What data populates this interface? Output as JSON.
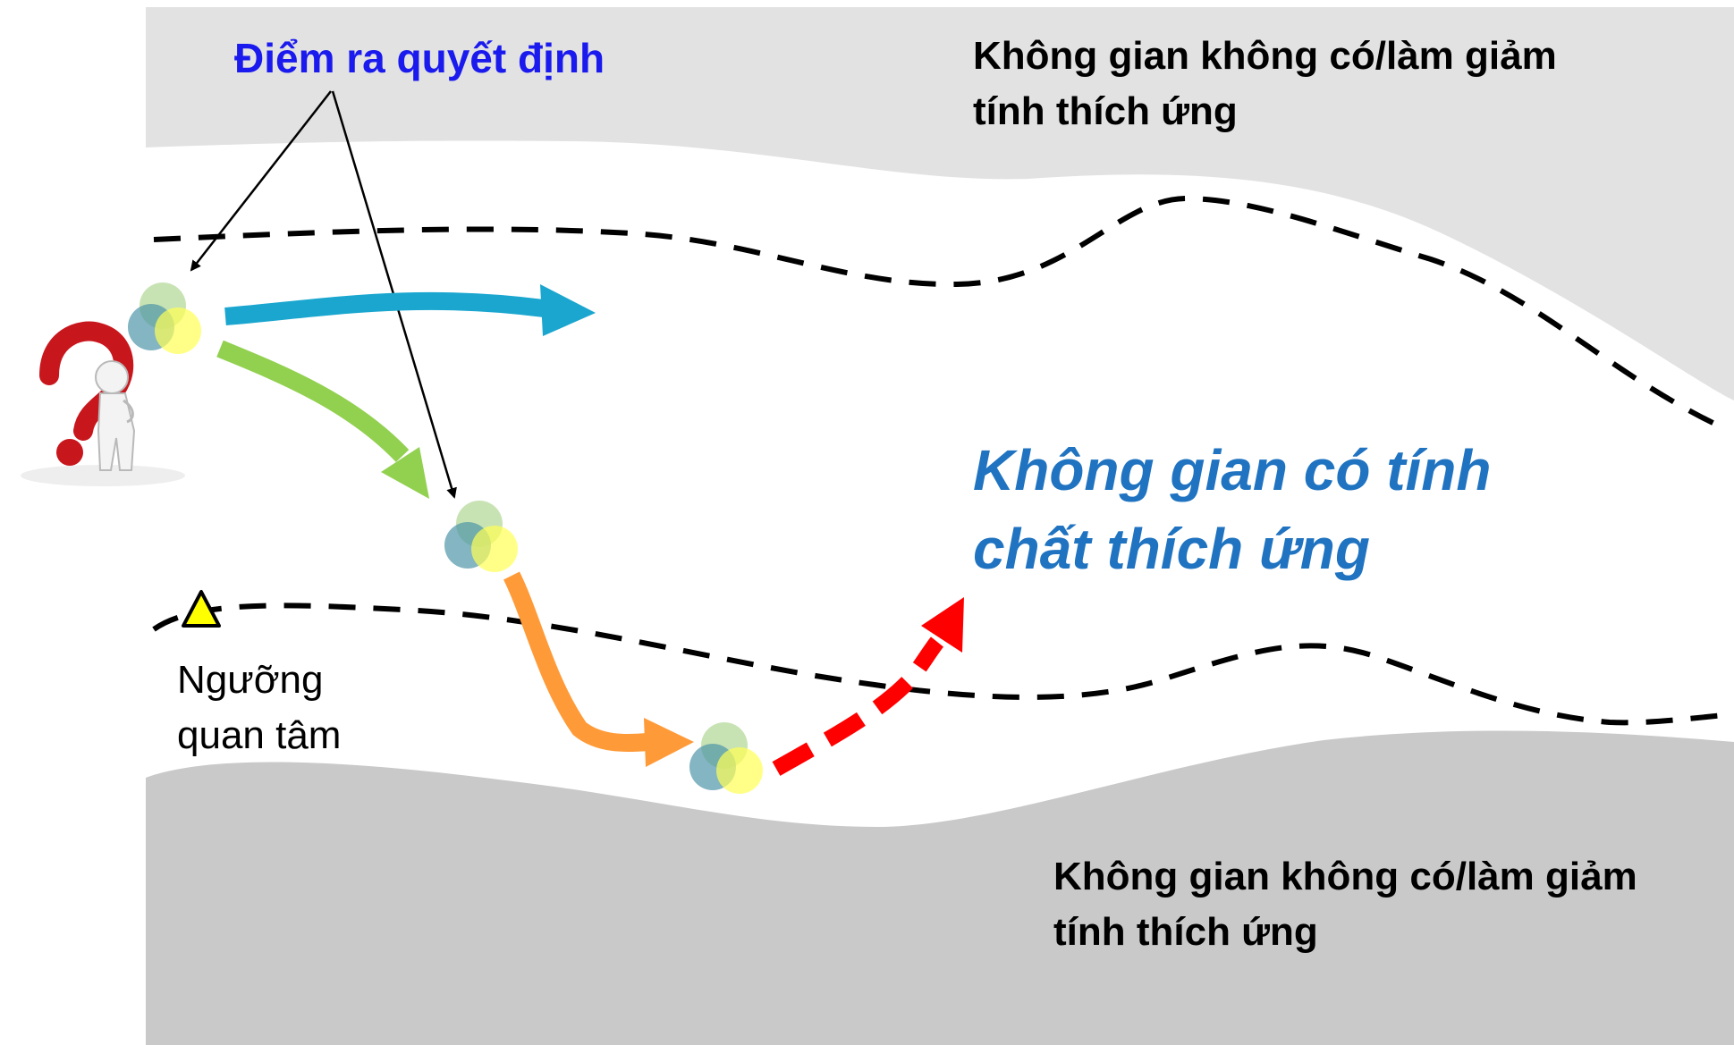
{
  "decision_points_label": "Điểm ra quyết định",
  "top_zone": {
    "lines": [
      "Không gian không có/làm giảm",
      "tính thích ứng"
    ]
  },
  "middle_zone": {
    "lines": [
      "Không gian có tính",
      "chất thích ứng"
    ]
  },
  "bottom_zone": {
    "lines": [
      "Không gian không có/làm giảm",
      "tính thích ứng"
    ]
  },
  "threshold": {
    "lines": [
      "Ngưỡng",
      "quan tâm"
    ]
  },
  "colors": {
    "zone_fill_top": "#e2e2e2",
    "zone_fill_bottom": "#c9c9c9",
    "decision_label": "#1a1aee",
    "middle_label": "#1f73c0",
    "arrow_blue": "#1aa6cf",
    "arrow_green": "#92d050",
    "arrow_orange": "#ff9a38",
    "arrow_red": "#ff0000",
    "threshold_marker": "#ffff00",
    "text": "#000000"
  },
  "icons": [
    "question-mark-person-icon",
    "decision-circles-icon",
    "threshold-triangle-icon"
  ]
}
